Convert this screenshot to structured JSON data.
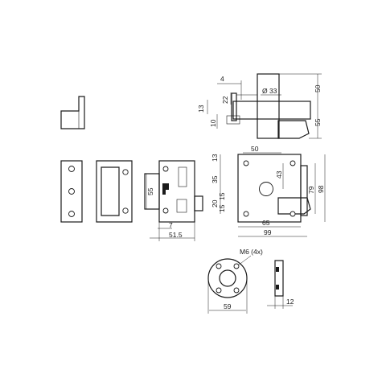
{
  "dimensions": {
    "bolt_offset_4": "4",
    "bore_diameter_33": "Ø 33",
    "height_50_top": "50",
    "height_55_right": "55",
    "top_22": "22",
    "top_13": "13",
    "top_10": "10",
    "side_55": "55",
    "side_7": "7",
    "side_51_5": "51.5",
    "front_13": "13",
    "front_50": "50",
    "front_35": "35",
    "front_43": "43",
    "front_20": "20",
    "front_15": "15",
    "front_15b": "15",
    "front_79": "79",
    "front_98": "98",
    "front_65": "65",
    "front_99": "99",
    "rosette_thread": "M6  (4x)",
    "rosette_59": "59",
    "rosette_12": "12"
  },
  "colors": {
    "line": "#1a1a1a",
    "background": "#ffffff"
  }
}
